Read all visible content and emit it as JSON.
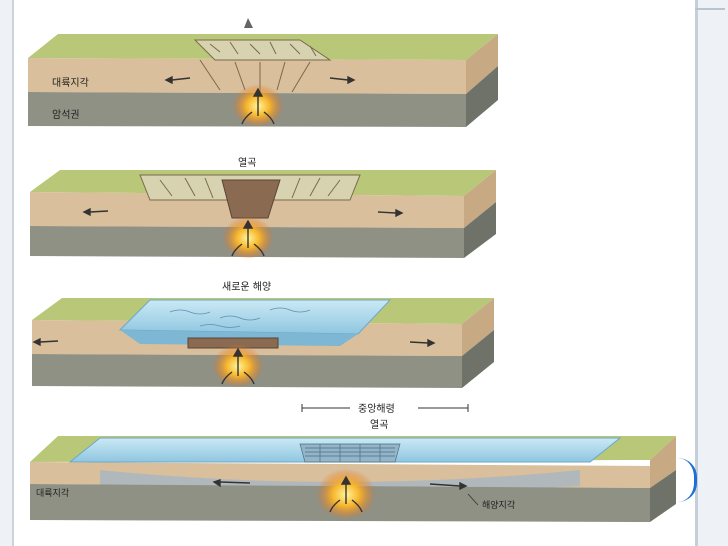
{
  "panels": [
    {
      "id": 1,
      "labels": {
        "crust": "대륙지각",
        "lithosphere": "암석권"
      }
    },
    {
      "id": 2,
      "labels": {
        "top": "열곡"
      }
    },
    {
      "id": 3,
      "labels": {
        "top": "새로운 해양"
      }
    },
    {
      "id": 4,
      "labels": {
        "ridge": "중앙해령",
        "rift": "열곡",
        "continental_crust": "대륙지각",
        "oceanic_crust": "해양지각"
      }
    }
  ],
  "colors": {
    "grass": "#b9c878",
    "crust": "#d9bf9b",
    "mantle": "#8f9185",
    "ocean": "#a9d8ec",
    "magma": "#f1a02a"
  }
}
